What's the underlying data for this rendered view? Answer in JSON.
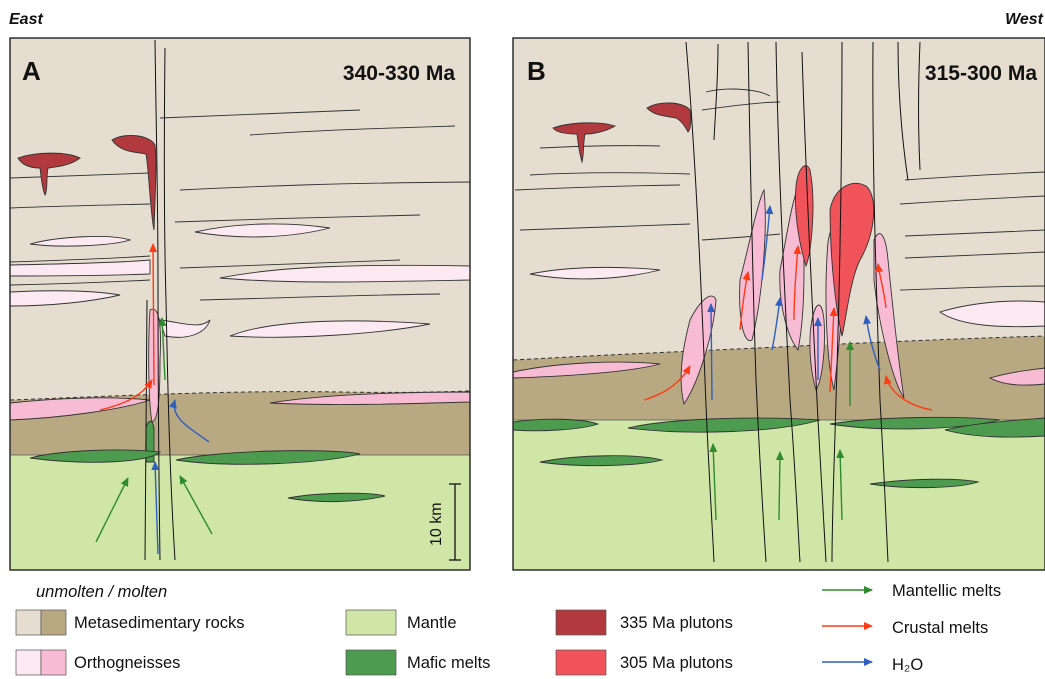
{
  "orientation": {
    "left": "East",
    "right": "West"
  },
  "panels": [
    {
      "label": "A",
      "age": "340-330 Ma"
    },
    {
      "label": "B",
      "age": "315-300 Ma"
    }
  ],
  "scale_bar": {
    "label": "10 km"
  },
  "legend": {
    "state_header": "unmolten / molten",
    "items": [
      {
        "label": "Metasedimentary rocks",
        "colors": [
          "#e5ddd0",
          "#b9a982"
        ]
      },
      {
        "label": "Orthogneisses",
        "colors": [
          "#fde9f1",
          "#f7bcd3"
        ]
      },
      {
        "label": "Mantle",
        "colors": [
          "#cfe6a6"
        ]
      },
      {
        "label": "Mafic melts",
        "colors": [
          "#4c9b4f"
        ]
      },
      {
        "label": "335 Ma plutons",
        "colors": [
          "#b23a3f"
        ]
      },
      {
        "label": "305 Ma plutons",
        "colors": [
          "#f0535a"
        ]
      }
    ],
    "arrows": [
      {
        "label": "Mantellic melts",
        "color": "#2e8b2e"
      },
      {
        "label": "Crustal melts",
        "color": "#ff3b14"
      },
      {
        "label": "H₂O",
        "color": "#2f5fbf"
      }
    ]
  }
}
